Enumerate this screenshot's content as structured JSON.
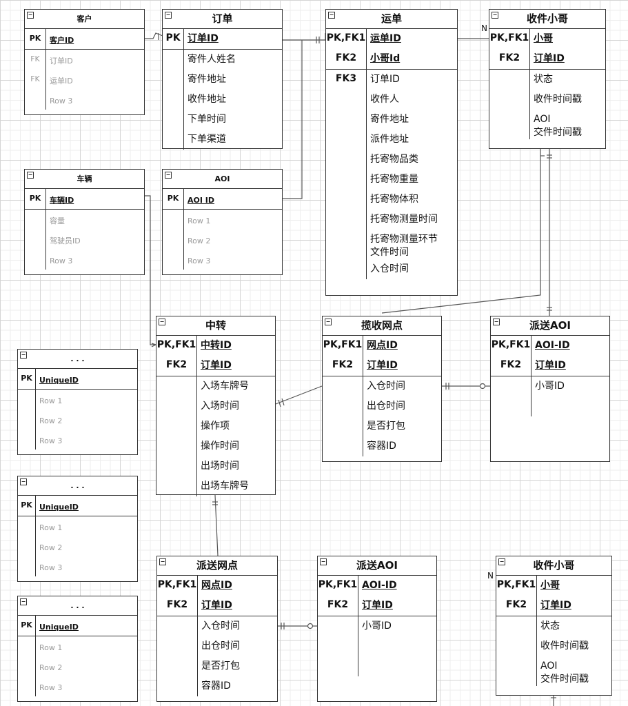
{
  "diagram": {
    "edge_label": "N",
    "entities": [
      {
        "id": "customer",
        "title": "客户",
        "small": true,
        "pk": [
          [
            "PK",
            "客户ID"
          ]
        ],
        "rows": [
          [
            "FK",
            "订单ID"
          ],
          [
            "FK",
            "运单ID"
          ],
          [
            "",
            "Row 3"
          ]
        ]
      },
      {
        "id": "order",
        "title": "订单",
        "pk": [
          [
            "PK",
            "订单ID"
          ]
        ],
        "rows": [
          [
            "",
            "寄件人姓名"
          ],
          [
            "",
            "寄件地址"
          ],
          [
            "",
            "收件地址"
          ],
          [
            "",
            "下单时间"
          ],
          [
            "",
            "下单渠道"
          ]
        ]
      },
      {
        "id": "waybill",
        "title": "运单",
        "pk": [
          [
            "PK,FK1",
            "运单ID"
          ],
          [
            "FK2",
            "小哥Id"
          ]
        ],
        "rows": [
          [
            "FK3",
            "订单ID"
          ],
          [
            "",
            "收件人"
          ],
          [
            "",
            "寄件地址"
          ],
          [
            "",
            "派件地址"
          ],
          [
            "",
            "托寄物品类"
          ],
          [
            "",
            "托寄物重量"
          ],
          [
            "",
            "托寄物体积"
          ],
          [
            "",
            "托寄物测量时间"
          ],
          [
            "",
            "托寄物测量环节\n文件时间"
          ],
          [
            "",
            "入仓时间"
          ]
        ]
      },
      {
        "id": "courier1",
        "title": "收件小哥",
        "pk": [
          [
            "PK,FK1",
            "小哥"
          ],
          [
            "FK2",
            "订单ID"
          ]
        ],
        "rows": [
          [
            "",
            "状态"
          ],
          [
            "",
            "收件时间戳"
          ],
          [
            "",
            "AOI\n交件时间戳"
          ]
        ]
      },
      {
        "id": "vehicle",
        "title": "车辆",
        "small": true,
        "pk": [
          [
            "PK",
            "车辆ID"
          ]
        ],
        "rows": [
          [
            "",
            "容量"
          ],
          [
            "",
            "驾驶员ID"
          ],
          [
            "",
            "Row 3"
          ]
        ]
      },
      {
        "id": "aoi",
        "title": "AOI",
        "small": true,
        "pk": [
          [
            "PK",
            "AOI ID"
          ]
        ],
        "rows": [
          [
            "",
            "Row 1"
          ],
          [
            "",
            "Row 2"
          ],
          [
            "",
            "Row 3"
          ]
        ]
      },
      {
        "id": "transfer",
        "title": "中转",
        "pk": [
          [
            "PK,FK1",
            "中转ID"
          ],
          [
            "FK2",
            "订单ID"
          ]
        ],
        "rows": [
          [
            "",
            "入场车牌号"
          ],
          [
            "",
            "入场时间"
          ],
          [
            "",
            "操作项"
          ],
          [
            "",
            "操作时间"
          ],
          [
            "",
            "出场时间"
          ],
          [
            "",
            "出场车牌号"
          ]
        ]
      },
      {
        "id": "pickup_outlet",
        "title": "揽收网点",
        "pk": [
          [
            "PK,FK1",
            "网点ID"
          ],
          [
            "FK2",
            "订单ID"
          ]
        ],
        "rows": [
          [
            "",
            "入仓时间"
          ],
          [
            "",
            "出仓时间"
          ],
          [
            "",
            "是否打包"
          ],
          [
            "",
            "容器ID"
          ]
        ]
      },
      {
        "id": "delivery_aoi1",
        "title": "派送AOI",
        "pk": [
          [
            "PK,FK1",
            "AOI-ID"
          ],
          [
            "FK2",
            "订单ID"
          ]
        ],
        "rows": [
          [
            "",
            "小哥ID"
          ],
          [
            "",
            ""
          ]
        ]
      },
      {
        "id": "misc1",
        "title": ". . .",
        "small": true,
        "pk": [
          [
            "PK",
            "UniqueID"
          ]
        ],
        "rows": [
          [
            "",
            "Row 1"
          ],
          [
            "",
            "Row 2"
          ],
          [
            "",
            "Row 3"
          ]
        ]
      },
      {
        "id": "misc2",
        "title": ". . .",
        "small": true,
        "pk": [
          [
            "PK",
            "UniqueID"
          ]
        ],
        "rows": [
          [
            "",
            "Row 1"
          ],
          [
            "",
            "Row 2"
          ],
          [
            "",
            "Row 3"
          ]
        ]
      },
      {
        "id": "misc3",
        "title": ". . .",
        "small": true,
        "pk": [
          [
            "PK",
            "UniqueID"
          ]
        ],
        "rows": [
          [
            "",
            "Row 1"
          ],
          [
            "",
            "Row 2"
          ],
          [
            "",
            "Row 3"
          ]
        ]
      },
      {
        "id": "delivery_outlet",
        "title": "派送网点",
        "pk": [
          [
            "PK,FK1",
            "网点ID"
          ],
          [
            "FK2",
            "订单ID"
          ]
        ],
        "rows": [
          [
            "",
            "入仓时间"
          ],
          [
            "",
            "出仓时间"
          ],
          [
            "",
            "是否打包"
          ],
          [
            "",
            "容器ID"
          ]
        ]
      },
      {
        "id": "delivery_aoi2",
        "title": "派送AOI",
        "pk": [
          [
            "PK,FK1",
            "AOI-ID"
          ],
          [
            "FK2",
            "订单ID"
          ]
        ],
        "rows": [
          [
            "",
            "小哥ID"
          ],
          [
            "",
            ""
          ],
          [
            "",
            ""
          ]
        ]
      },
      {
        "id": "courier2",
        "title": "收件小哥",
        "pk": [
          [
            "PK,FK1",
            "小哥"
          ],
          [
            "FK2",
            "订单ID"
          ]
        ],
        "rows": [
          [
            "",
            "状态"
          ],
          [
            "",
            "收件时间戳"
          ],
          [
            "",
            "AOI\n交件时间戳"
          ]
        ]
      }
    ]
  }
}
